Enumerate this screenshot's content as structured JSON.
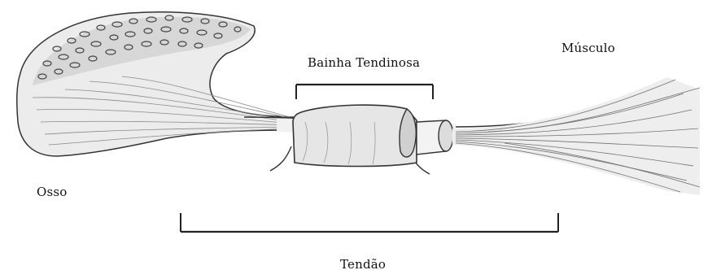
{
  "labels": {
    "bainha": "Bainha Tendinosa",
    "musculo": "Músculo",
    "osso": "Osso",
    "tendao": "Tendão"
  }
}
